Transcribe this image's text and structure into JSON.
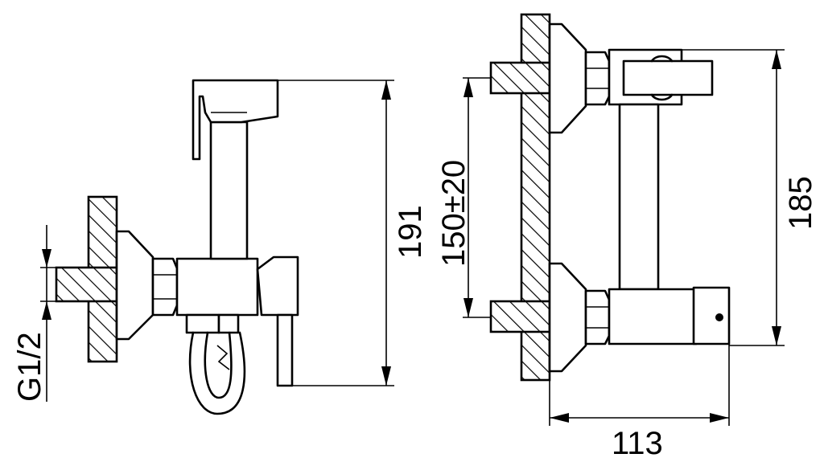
{
  "dimensions": {
    "thread": "G1/2",
    "height_left": "191",
    "centers": "150±20",
    "height_right": "185",
    "width": "113"
  },
  "colors": {
    "line": "#000000",
    "background": "#ffffff"
  }
}
